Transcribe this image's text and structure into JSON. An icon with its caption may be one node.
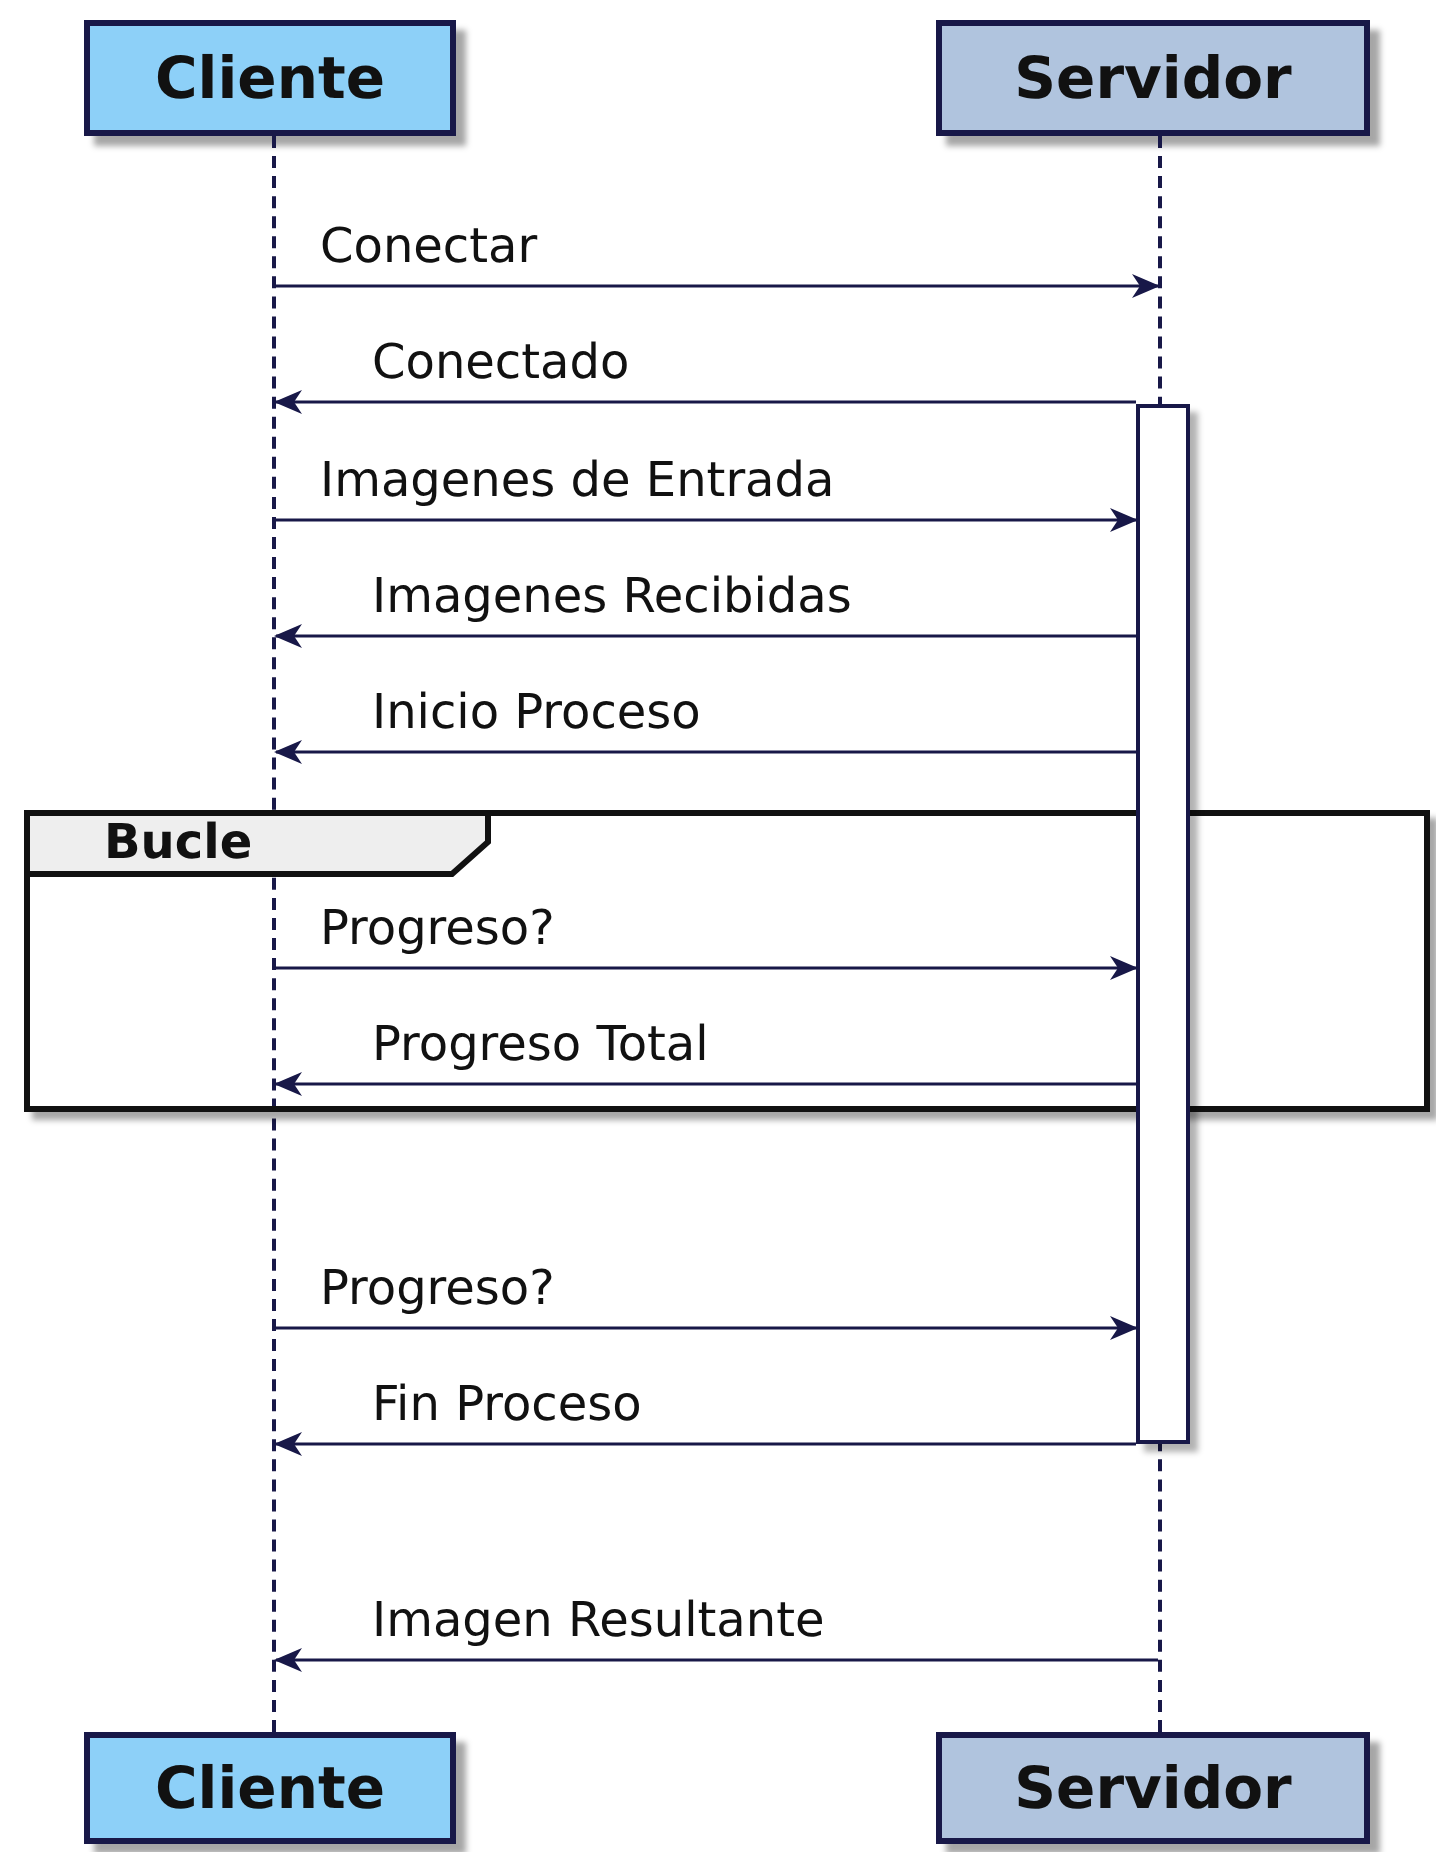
{
  "diagram": {
    "nodes": [
      {
        "text": [
          "Cliente"
        ]
      },
      {
        "text": [
          "Servidor"
        ]
      },
      {
        "text": [],
        "shape": "line"
      },
      {
        "text": [],
        "shape": "line"
      },
      {
        "text": [],
        "shape": "bar"
      },
      {
        "text": [
          "Bucle"
        ]
      },
      {
        "text": [
          "Cliente"
        ]
      },
      {
        "text": [
          "Servidor"
        ]
      }
    ],
    "edges": [
      {
        "from": 2,
        "to": 3,
        "arrow": "to",
        "label": "Conectar"
      },
      {
        "from": 4,
        "to": 2,
        "arrow": "to",
        "label": "Conectado"
      },
      {
        "from": 2,
        "to": 4,
        "arrow": "to",
        "label": "Imagenes de Entrada"
      },
      {
        "from": 4,
        "to": 2,
        "arrow": "to",
        "label": "Imagenes Recibidas"
      },
      {
        "from": 4,
        "to": 2,
        "arrow": "to",
        "label": "Inicio Proceso"
      },
      {
        "from": 2,
        "to": 4,
        "arrow": "to",
        "label": "Progreso?"
      },
      {
        "from": 4,
        "to": 2,
        "arrow": "to",
        "label": "Progreso Total"
      },
      {
        "from": 2,
        "to": 4,
        "arrow": "to",
        "label": "Progreso?"
      },
      {
        "from": 4,
        "to": 2,
        "arrow": "to",
        "label": "Fin Proceso"
      },
      {
        "from": 3,
        "to": 2,
        "arrow": "to",
        "label": "Imagen Resultante"
      }
    ]
  }
}
